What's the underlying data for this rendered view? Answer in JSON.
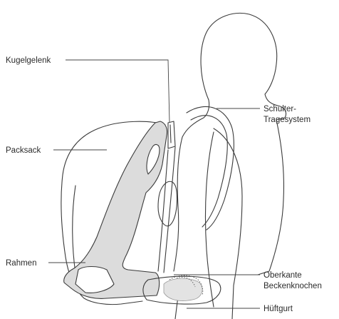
{
  "labels": {
    "ball_joint": "Kugelgelenk",
    "shoulder_system_line1": "Schulter-",
    "shoulder_system_line2": "Tragesystem",
    "pack_bag": "Packsack",
    "frame": "Rahmen",
    "pelvis_line1": "Oberkante",
    "pelvis_line2": "Beckenknochen",
    "hip_belt": "Hüftgurt"
  },
  "colors": {
    "line": "#3a3a3a",
    "frame_fill": "#dcdcdc",
    "hip_pad_fill": "#e3e3e3",
    "text": "#2b2b2b"
  }
}
